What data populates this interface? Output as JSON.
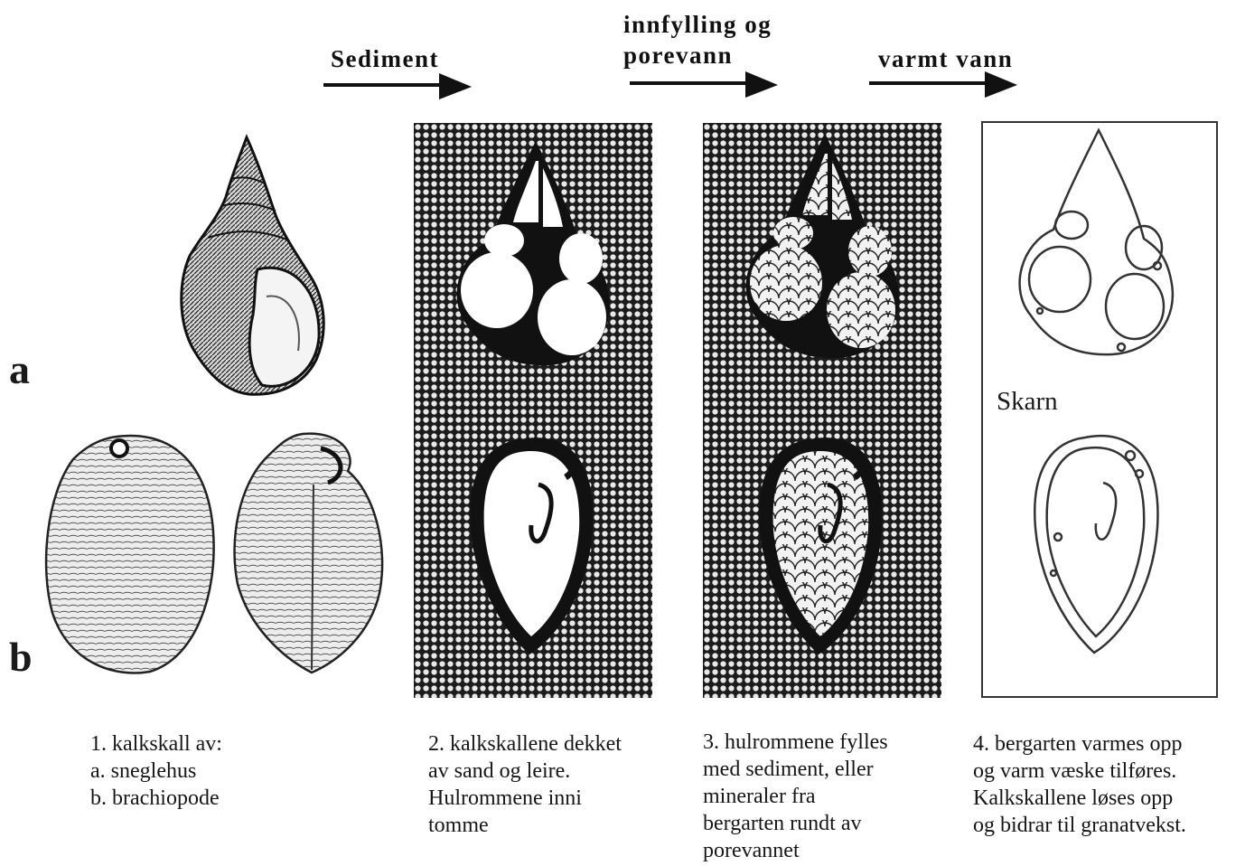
{
  "arrows": {
    "sediment": "Sediment",
    "fill_line1": "innfylling og",
    "fill_line2": "porevann",
    "warm": "varmt vann"
  },
  "rows": {
    "a": "a",
    "b": "b"
  },
  "stage4_label": "Skarn",
  "captions": {
    "stage1": [
      "1. kalkskall av:",
      "a. sneglehus",
      "b. brachiopode"
    ],
    "stage2": [
      "2. kalkskallene dekket",
      "av sand og leire.",
      "Hulrommene inni",
      "tomme"
    ],
    "stage3": [
      "3. hulrommene fylles",
      "med sediment, eller",
      "mineraler fra",
      "bergarten rundt av",
      "porevannet"
    ],
    "stage4": [
      "4. bergarten varmes opp",
      "og varm væske tilføres.",
      "Kalkskallene løses opp",
      "og bidrar til granatvekst."
    ]
  },
  "icons": {
    "snail": "snail-shell-icon",
    "brachiopod": "brachiopod-shell-icon",
    "arrow": "arrow-right-icon"
  }
}
